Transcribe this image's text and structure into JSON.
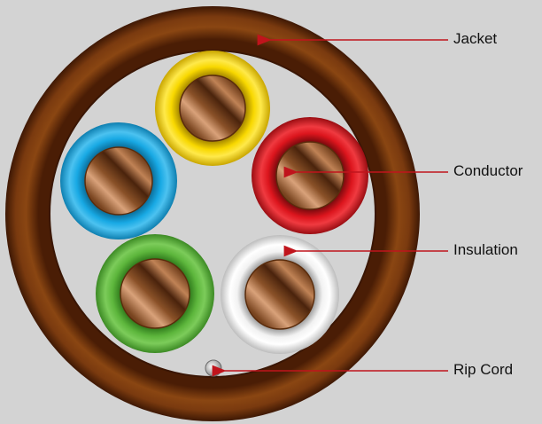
{
  "diagram": {
    "labels": {
      "jacket": "Jacket",
      "conductor": "Conductor",
      "insulation": "Insulation",
      "rip_cord": "Rip Cord"
    },
    "colors": {
      "background": "#d3d3d3",
      "jacket": "#7a3a0f",
      "arrow": "#c0141c",
      "insulation_yellow": "#f5d000",
      "insulation_red": "#d8131b",
      "insulation_blue": "#1aa7e0",
      "insulation_green": "#5db23c",
      "insulation_white": "#f2f2f2",
      "conductor": "#9a5a2a"
    }
  }
}
